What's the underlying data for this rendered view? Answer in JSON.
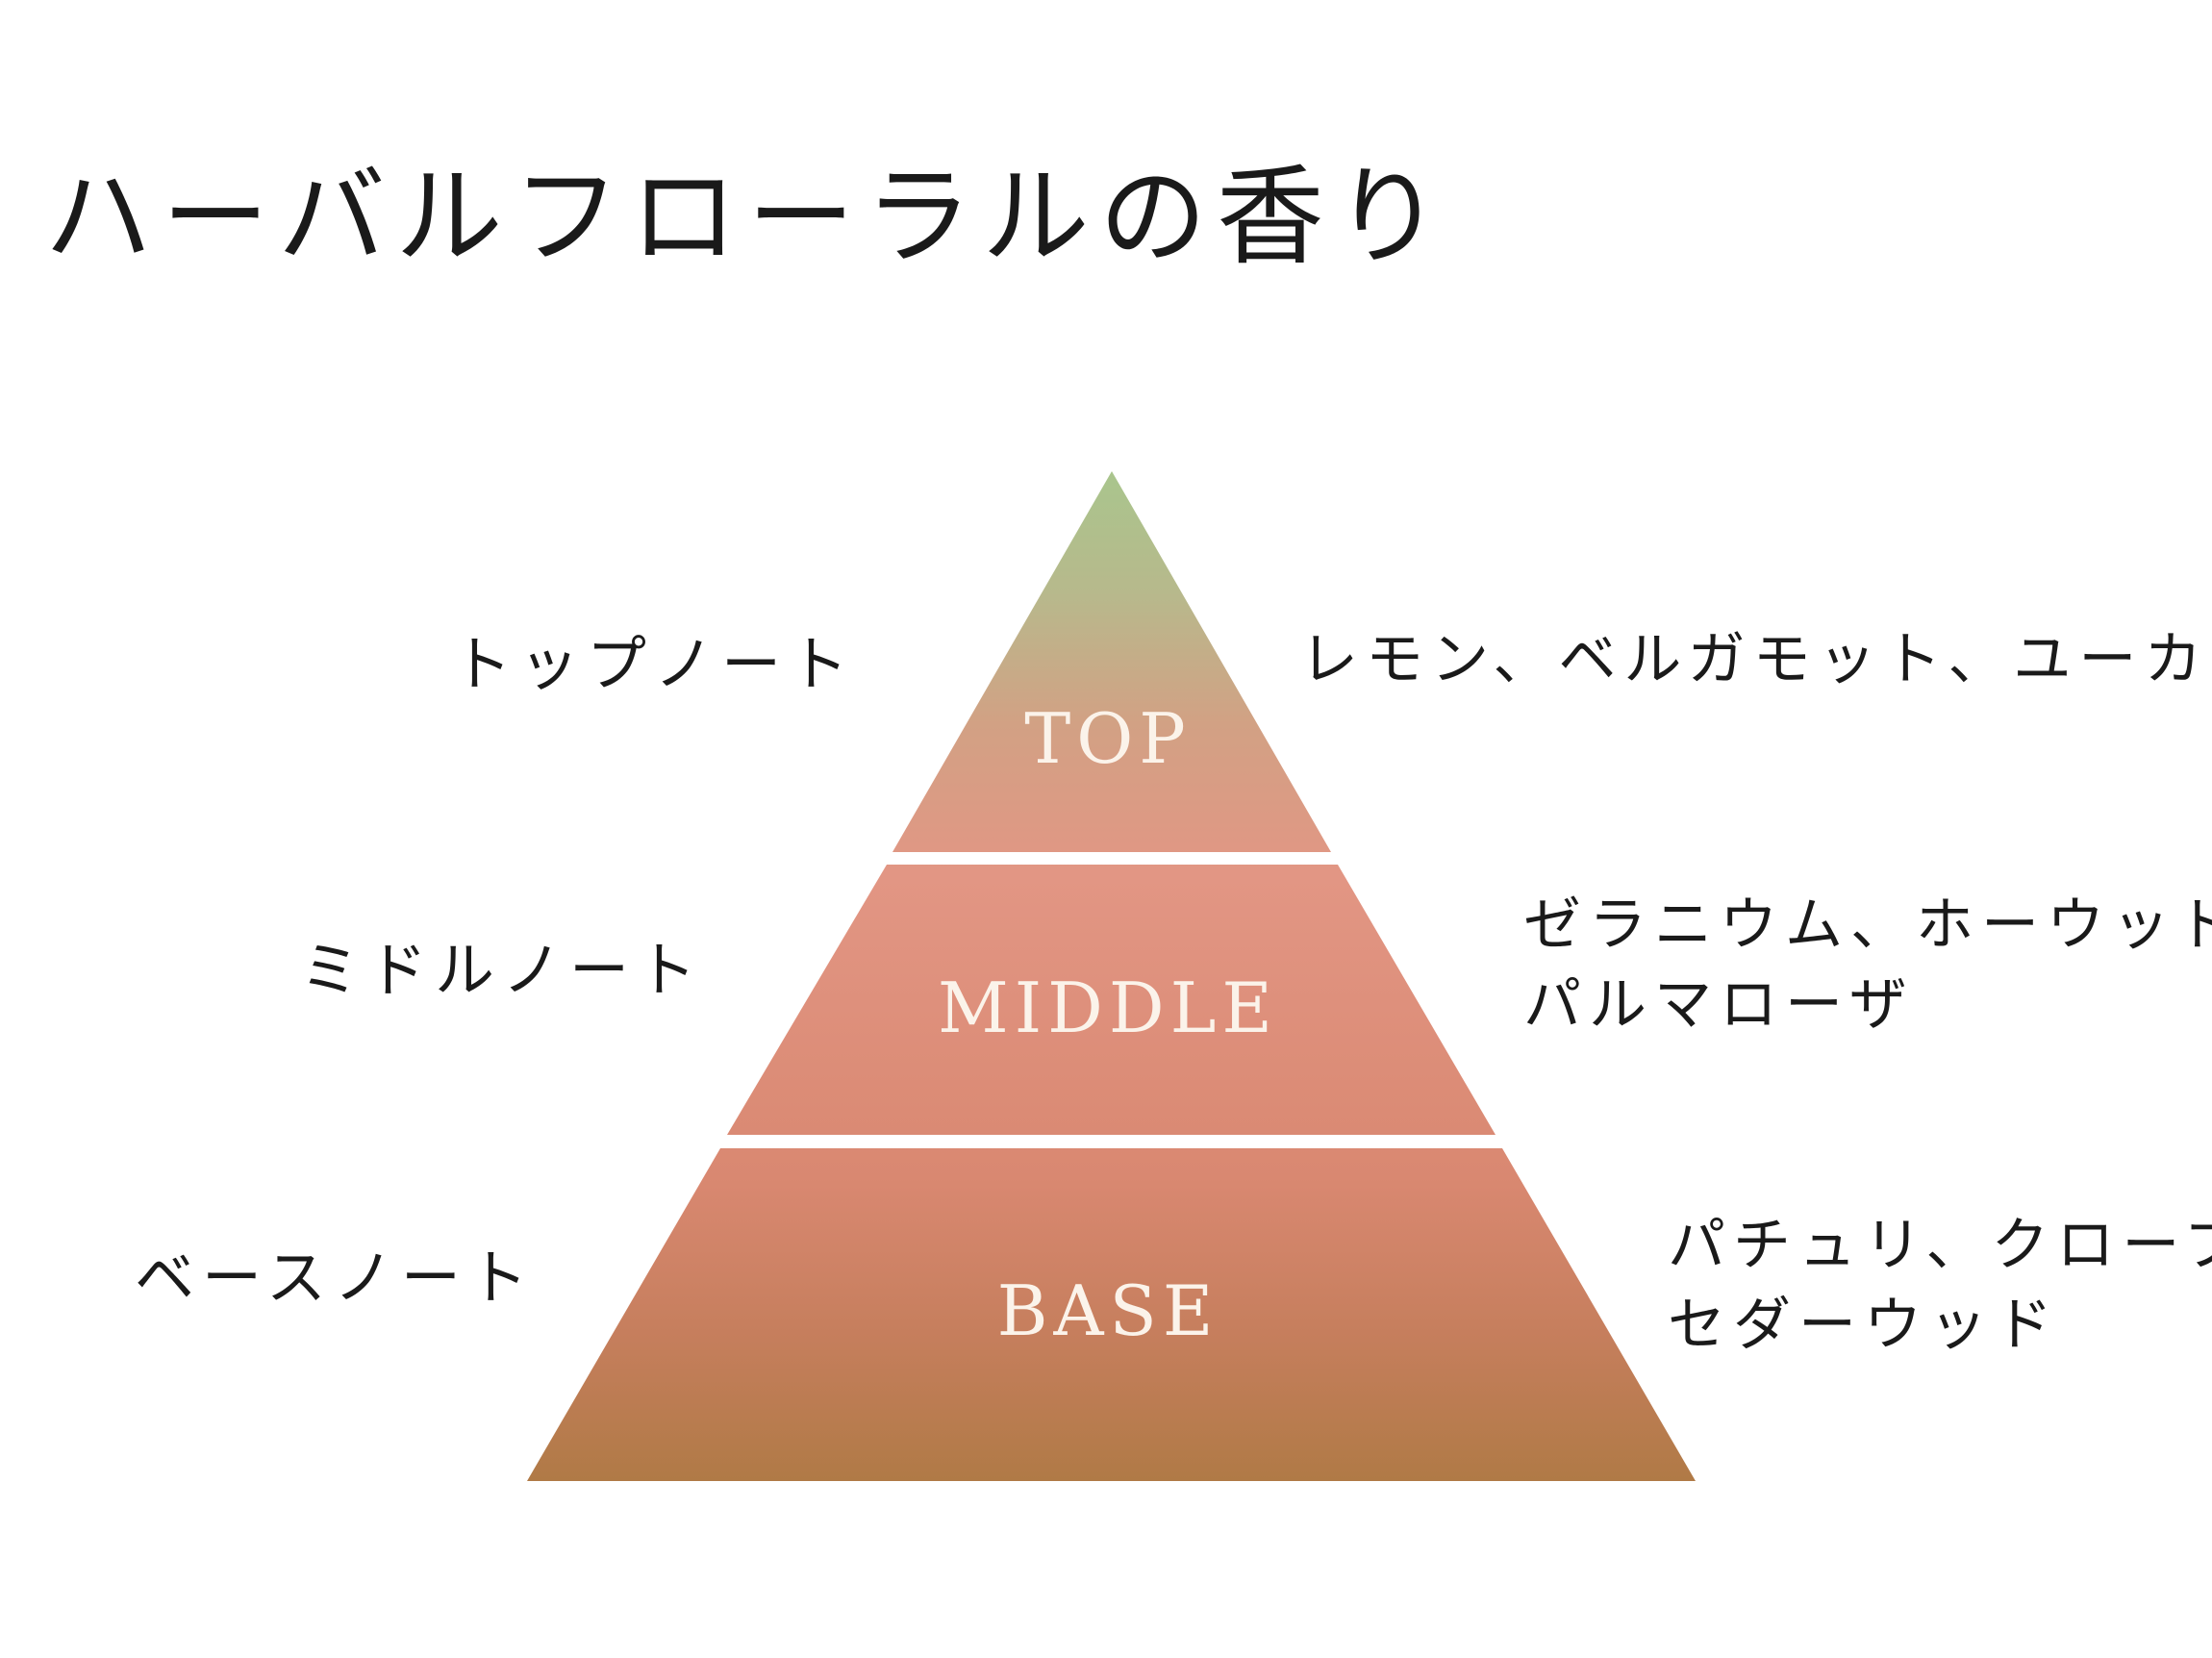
{
  "title": "ハーバルフローラルの香り",
  "tiers": [
    {
      "note_name": "トップノート",
      "tier_label": "TOP",
      "ingredients": [
        "レモン、ベルガモット、ユーカリ"
      ]
    },
    {
      "note_name": "ミドルノート",
      "tier_label": "MIDDLE",
      "ingredients": [
        "ゼラニウム、ホーウッド",
        "パルマローザ"
      ]
    },
    {
      "note_name": "ベースノート",
      "tier_label": "BASE",
      "ingredients": [
        "パチュリ、クローブ",
        "セダーウッド"
      ]
    }
  ],
  "colors": {
    "apex_green": "#a9c58d",
    "middle_pink": "#e29684",
    "base_brown": "#b07a46",
    "label_text": "#fbf3ea"
  }
}
